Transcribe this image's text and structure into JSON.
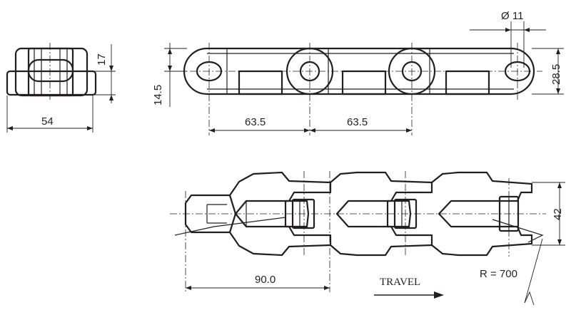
{
  "dimensions": {
    "side_width": "54",
    "side_height": "17",
    "pitch_left": "63.5",
    "pitch_right": "63.5",
    "hole_diameter": "Ø 11",
    "plate_height": "28.5",
    "pin_offset": "14.5",
    "link_length": "90.0",
    "chain_width": "42",
    "radius": "R = 700"
  },
  "labels": {
    "travel": "TRAVEL"
  }
}
